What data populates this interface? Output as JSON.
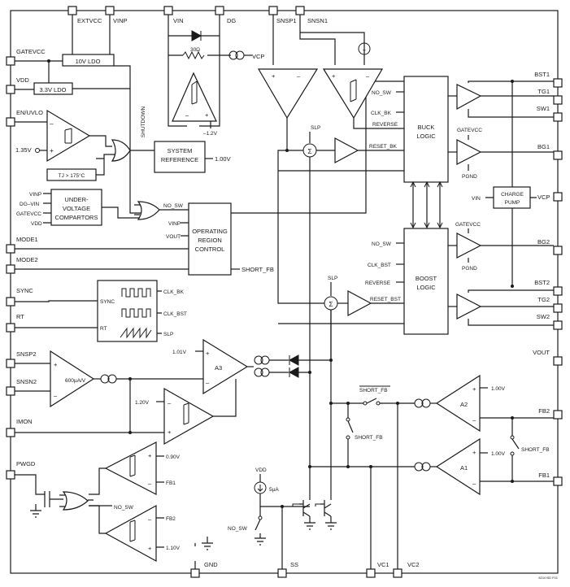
{
  "pins": {
    "extvcc": "EXTVCC",
    "vinp": "VINP",
    "vin": "VIN",
    "dg": "DG",
    "snsp1": "SNSP1",
    "snsn1": "SNSN1",
    "gatevcc": "GATEVCC",
    "vdd": "VDD",
    "en_uvlo": "EN/UVLO",
    "mode1": "MODE1",
    "mode2": "MODE2",
    "sync": "SYNC",
    "rt": "RT",
    "snsp2": "SNSP2",
    "snsn2": "SNSN2",
    "imon": "IMON",
    "pwgd": "PWGD",
    "gnd": "GND",
    "ss": "SS",
    "vc1": "VC1",
    "vc2": "VC2",
    "bst1": "BST1",
    "tg1": "TG1",
    "sw1": "SW1",
    "bg1": "BG1",
    "vcp": "VCP",
    "bg2": "BG2",
    "bst2": "BST2",
    "tg2": "TG2",
    "sw2": "SW2",
    "vout": "VOUT",
    "fb2": "FB2",
    "fb1": "FB1"
  },
  "blocks": {
    "ldo10": "10V LDO",
    "ldo33": "3.3V LDO",
    "system_reference": [
      "SYSTEM",
      "REFERENCE"
    ],
    "uv_comparators": [
      "UNDER-",
      "VOLTAGE",
      "COMPARTORS"
    ],
    "operating_region_control": [
      "OPERATING",
      "REGION",
      "CONTROL"
    ],
    "buck_logic": [
      "BUCK",
      "LOGIC"
    ],
    "boost_logic": [
      "BOOST",
      "LOGIC"
    ],
    "charge_pump": [
      "CHARGE",
      "PUMP"
    ],
    "tj_limit": "TJ > 175°C",
    "shutdown": "SHUTDOWN",
    "opamp_a3": "A3",
    "opamp_a2": "A2",
    "opamp_a1": "A1",
    "transconductance": "600µA/V",
    "res_30ohm": "30Ω",
    "current_5ua": "5µA"
  },
  "labels": {
    "vcp": "VCP",
    "neg_1_2v": "–1.2V",
    "ref_1_35v": "1.35V",
    "ref_1_00v": "1.00V",
    "ref_1_01v": "1.01V",
    "ref_1_20v": "1.20V",
    "ref_0_90v": "0.90V",
    "ref_1_10v": "1.10V",
    "a2_ref": "1.00V",
    "a1_ref": "1.00V",
    "vinp": "VINP",
    "dg_vin": "DG–VIN",
    "gatevcc": "GATEVCC",
    "vdd": "VDD",
    "no_sw": "NO_SW",
    "vinp2": "VINP",
    "vout": "VOUT",
    "short_fb": "SHORT_FB",
    "short_fb_bar": "SHORT_FB",
    "sync": "SYNC",
    "rt": "RT",
    "clk_bk": "CLK_BK",
    "clk_bst": "CLK_BST",
    "slp": "SLP",
    "slp_a": "SLP",
    "slp_b": "SLP",
    "reset_bk": "RESET_BK",
    "reset_bst": "RESET_BST",
    "reverse": "REVERSE",
    "pgnd": "PGND",
    "vin": "VIN",
    "fb1": "FB1",
    "fb2": "FB2",
    "vdd_ss": "VDD",
    "doc_code": "8210 BD F01"
  },
  "icons": [
    "comparator-hysteresis-icon",
    "or-gate-icon",
    "diode-icon",
    "current-source-icon",
    "transistor-icon",
    "ground-icon",
    "switch-icon",
    "sum-junction-icon",
    "clock-waveform-icon"
  ]
}
